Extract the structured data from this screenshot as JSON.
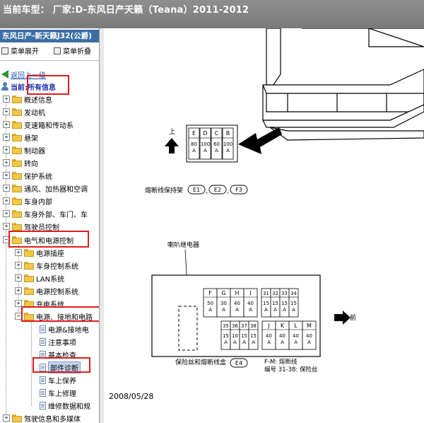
{
  "titlebar": {
    "text": "当前车型： 厂家:D-东风日产天籁（Teana）2011-2012"
  },
  "sidebar": {
    "header": "东风日产-新天籁J32(公爵)",
    "menu_expand": "菜单展开",
    "menu_collapse": "菜单折叠",
    "back_link": "返回上一级",
    "current": "当前:所有信息",
    "top_items": [
      "概述信息",
      "发动机",
      "变速箱和传动系",
      "悬架",
      "制动器",
      "转向",
      "保护系统",
      "通风、加热器和空调",
      "车身内部",
      "车身外部、车门、车",
      "驾驶员控制"
    ],
    "open_item": "电气和电源控制",
    "sub_items": [
      "电源插座",
      "车身控制系统",
      "LAN系统",
      "电源控制系统",
      "充电系统"
    ],
    "open_sub": "电源、接地和电路",
    "leaf_items": [
      "电源&接地电",
      "注意事项",
      "基本检查",
      "部件诊断",
      "车上保养",
      "车上修理",
      "维修数据和规"
    ],
    "selected_leaf_index": 3,
    "last_item": "驾驶信息和多媒体"
  },
  "diagram": {
    "date": "2008/05/28",
    "top_box": {
      "up_label": "上",
      "fuses": [
        "E",
        "D",
        "C",
        "B"
      ],
      "ratings": [
        "80",
        "100",
        "60",
        "100"
      ],
      "unit": "A"
    },
    "holder_label": "熔断线保持架",
    "holder_tags": [
      "E1",
      "E2",
      "F3"
    ],
    "relay_label": "喇叭继电器",
    "front_label": "前",
    "group1": {
      "fuses": [
        "F",
        "G",
        "H",
        "I"
      ],
      "ratings": [
        "50",
        "30",
        "40",
        "40"
      ]
    },
    "group2": {
      "fuses": [
        "31",
        "32",
        "33",
        "34"
      ],
      "ratings": [
        "15",
        "15",
        "15",
        "15"
      ]
    },
    "group3": {
      "fuses": [
        "35",
        "36",
        "37",
        "38"
      ],
      "ratings": [
        "15",
        "10",
        "15",
        "15"
      ]
    },
    "group4": {
      "fuses": [
        "J",
        "K",
        "L",
        "M"
      ],
      "ratings": [
        "40",
        "40",
        "40",
        "40"
      ]
    },
    "unit": "A",
    "box_caption": "保险丝和熔断线盒",
    "box_tag": "E4",
    "note_line1": "F-M: 熔断线",
    "note_line2": "编号 31-38: 保险丝",
    "colors": {
      "highlight": "#e01e1e",
      "sidebar_header": "#3a6ea5",
      "back_arrow": "#2d9a2d"
    }
  }
}
